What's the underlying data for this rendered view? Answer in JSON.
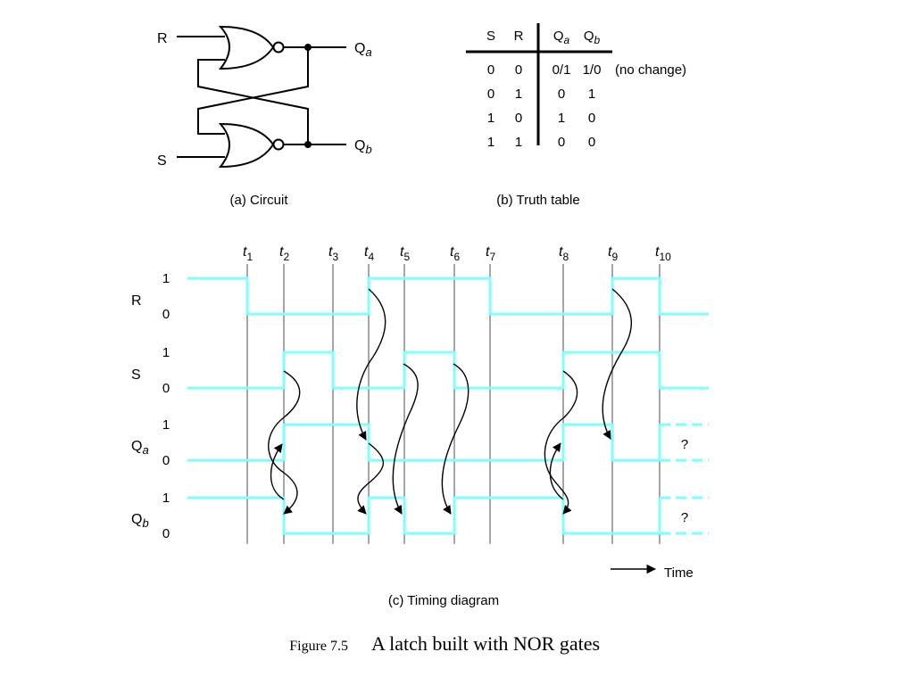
{
  "colors": {
    "waveform": "#7FFFFF",
    "ink": "#000000",
    "gridline": "#808080"
  },
  "circuit": {
    "caption": "(a) Circuit",
    "input_top": "R",
    "input_bottom": "S",
    "output_top": {
      "base": "Q",
      "sub": "a"
    },
    "output_bottom": {
      "base": "Q",
      "sub": "b"
    }
  },
  "truth_table": {
    "caption": "(b) Truth table",
    "headers": [
      {
        "base": "S",
        "sub": ""
      },
      {
        "base": "R",
        "sub": ""
      },
      {
        "base": "Q",
        "sub": "a"
      },
      {
        "base": "Q",
        "sub": "b"
      }
    ],
    "rows": [
      {
        "s": "0",
        "r": "0",
        "qa": "0/1",
        "qb": "1/0",
        "note": "(no change)"
      },
      {
        "s": "0",
        "r": "1",
        "qa": "0",
        "qb": "1",
        "note": ""
      },
      {
        "s": "1",
        "r": "0",
        "qa": "1",
        "qb": "0",
        "note": ""
      },
      {
        "s": "1",
        "r": "1",
        "qa": "0",
        "qb": "0",
        "note": ""
      }
    ]
  },
  "timing": {
    "caption": "(c) Timing diagram",
    "time_label": "Time",
    "times": [
      "1",
      "2",
      "3",
      "4",
      "5",
      "6",
      "7",
      "8",
      "9",
      "10"
    ],
    "signals": [
      {
        "name": "R",
        "sub": "",
        "high": "1",
        "low": "0",
        "levels": [
          1,
          0,
          0,
          0,
          1,
          1,
          1,
          0,
          0,
          1,
          0
        ],
        "unknown_after": null
      },
      {
        "name": "S",
        "sub": "",
        "high": "1",
        "low": "0",
        "levels": [
          0,
          0,
          1,
          0,
          0,
          1,
          0,
          0,
          1,
          1,
          0
        ],
        "unknown_after": null
      },
      {
        "name": "Q",
        "sub": "a",
        "high": "1",
        "low": "0",
        "levels": [
          0,
          0,
          1,
          1,
          0,
          0,
          0,
          0,
          1,
          0
        ],
        "unknown_after": 10
      },
      {
        "name": "Q",
        "sub": "b",
        "high": "1",
        "low": "0",
        "levels": [
          1,
          1,
          0,
          0,
          1,
          0,
          1,
          1,
          0,
          0
        ],
        "unknown_after": 10
      }
    ],
    "unknown_mark": "?"
  },
  "figure": {
    "number": "Figure 7.5",
    "title": "A latch built with NOR gates"
  }
}
